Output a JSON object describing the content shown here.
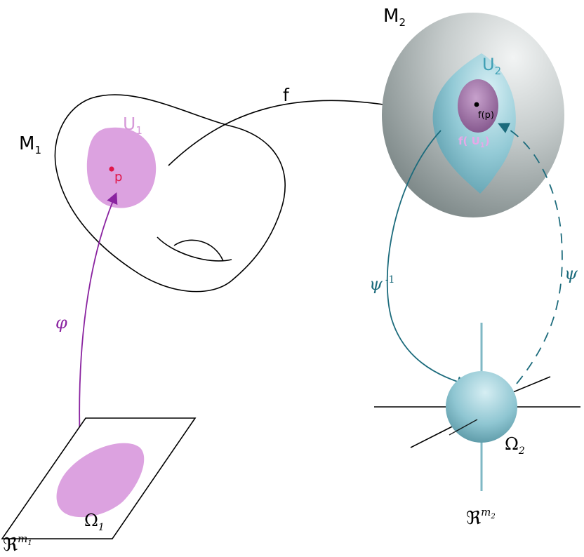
{
  "labels": {
    "m1": "M",
    "m1_sub": "1",
    "u1": "U",
    "u1_sub": "1",
    "p": "p",
    "f": "f",
    "m2": "M",
    "m2_sub": "2",
    "u2": "U",
    "u2_sub": "2",
    "fp": "f(p)",
    "fu1": "f( U",
    "fu1_sub": "1",
    "fu1_close": ")",
    "phi": "φ",
    "psi_inv": "ψ",
    "psi_inv_sup": "-1",
    "psi": "ψ",
    "omega1": "Ω",
    "omega1_sub": "1",
    "omega2": "Ω",
    "omega2_sub": "2",
    "r_m1": "ℜ",
    "r_m1_sup": "m",
    "r_m1_sup_sub": "1",
    "r_m2": "ℜ",
    "r_m2_sup": "m",
    "r_m2_sup_sub": "2"
  },
  "colors": {
    "black": "#000000",
    "u1_fill": "#dca2e0",
    "u1_label": "#d79ad9",
    "p_point": "#e0174a",
    "phi_arrow": "#8a23a0",
    "teal": "#2a7d8f",
    "teal_dark": "#1c6b7c",
    "u2_label": "#3f9fb4",
    "sphere_gray": "#a9b1b1",
    "fu1_fill": "#9b6fa3",
    "fu1_label": "#e6a8e8"
  }
}
